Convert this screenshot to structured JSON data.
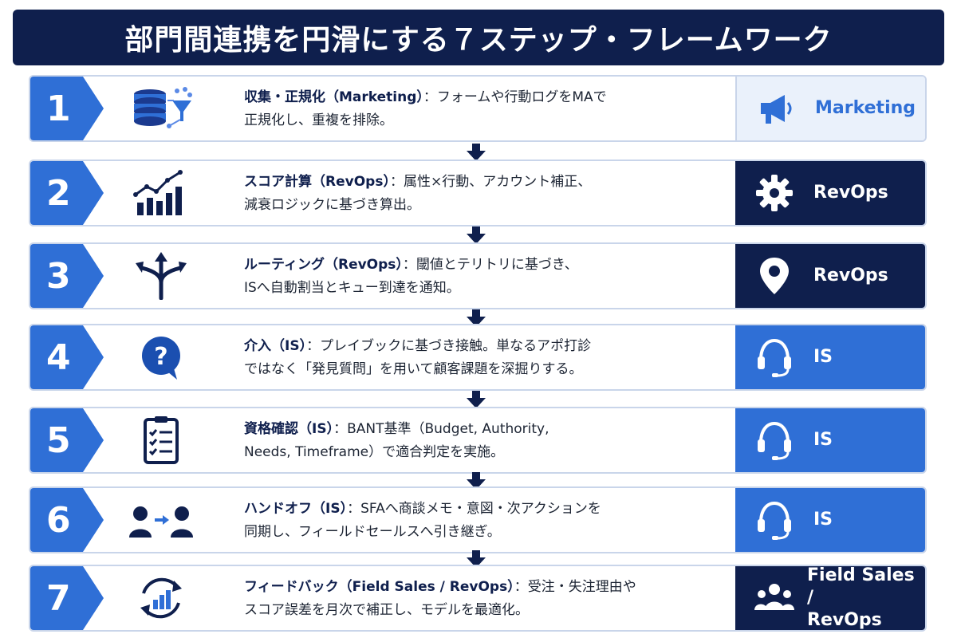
{
  "title": "部門間連携を円滑にする７ステップ・フレームワーク",
  "steps": [
    {
      "number": "1",
      "icon": "database-funnel-icon",
      "heading": "収集・正規化（Marketing）",
      "line1": "：フォームや行動ログをMAで",
      "line2": "正規化し、重複を排除。",
      "owner": "Marketing",
      "owner_icon": "megaphone-icon",
      "owner_style": "light"
    },
    {
      "number": "2",
      "icon": "chart-growth-icon",
      "heading": "スコア計算（RevOps）",
      "line1": "：属性×行動、アカウント補正、",
      "line2": "減衰ロジックに基づき算出。",
      "owner": "RevOps",
      "owner_icon": "gear-icon",
      "owner_style": "dark"
    },
    {
      "number": "3",
      "icon": "split-arrows-icon",
      "heading": "ルーティング（RevOps）",
      "line1": "：閾値とテリトリに基づき、",
      "line2": "ISへ自動割当とキュー到達を通知。",
      "owner": "RevOps",
      "owner_icon": "map-pin-icon",
      "owner_style": "dark"
    },
    {
      "number": "4",
      "icon": "question-bubble-icon",
      "heading": "介入（IS）",
      "line1": "：プレイブックに基づき接触。単なるアポ打診",
      "line2": "ではなく「発見質問」を用いて顧客課題を深掘りする。",
      "owner": "IS",
      "owner_icon": "headset-icon",
      "owner_style": "blue"
    },
    {
      "number": "5",
      "icon": "checklist-icon",
      "heading": "資格確認（IS）",
      "line1": "：BANT基準（Budget, Authority,",
      "line2": "Needs, Timeframe）で適合判定を実施。",
      "owner": "IS",
      "owner_icon": "headset-icon",
      "owner_style": "blue"
    },
    {
      "number": "6",
      "icon": "handoff-users-icon",
      "heading": "ハンドオフ（IS）",
      "line1": "：SFAへ商談メモ・意図・次アクションを",
      "line2": "同期し、フィールドセールスへ引き継ぎ。",
      "owner": "IS",
      "owner_icon": "headset-icon",
      "owner_style": "blue"
    },
    {
      "number": "7",
      "icon": "cycle-chart-icon",
      "heading": "フィードバック（Field Sales / RevOps）",
      "line1": "：受注・失注理由や",
      "line2": "スコア誤差を月次で補正し、モデルを最適化。",
      "owner_line1": "Field Sales /",
      "owner_line2": "RevOps",
      "owner_icon": "team-icon",
      "owner_style": "dark"
    }
  ],
  "colors": {
    "navy": "#0f1f4d",
    "blue": "#2f6fd6",
    "light": "#eaf1fb",
    "border": "#c9d5ea"
  }
}
